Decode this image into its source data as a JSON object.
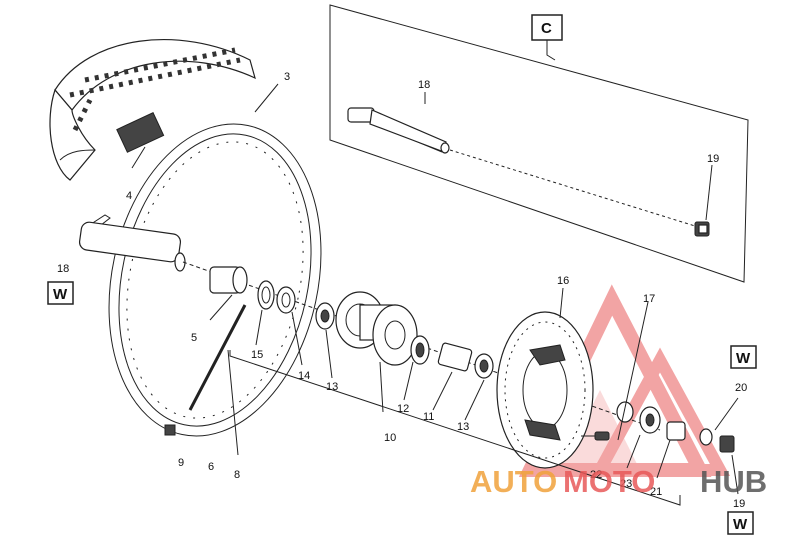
{
  "labels": {
    "c_box": "C",
    "w_box_left": "W",
    "w_box_right": "W",
    "w_box_bottom": "W",
    "p3": "3",
    "p4": "4",
    "p5": "5",
    "p6": "6",
    "p8": "8",
    "p9": "9",
    "p10": "10",
    "p11": "11",
    "p12": "12",
    "p13a": "13",
    "p13b": "13",
    "p14": "14",
    "p15": "15",
    "p16": "16",
    "p17": "17",
    "p18_left": "18",
    "p18_top": "18",
    "p19_top": "19",
    "p19_bottom": "19",
    "p20": "20",
    "p21": "21",
    "p22": "22",
    "p23": "23"
  },
  "watermark": {
    "auto": "AUTO",
    "moto": "MOTO",
    "hub": "HUB"
  },
  "colors": {
    "watermark_red": "#e85a5a",
    "watermark_orange": "#f0a23c",
    "watermark_gray": "#555555",
    "line": "#222222"
  }
}
